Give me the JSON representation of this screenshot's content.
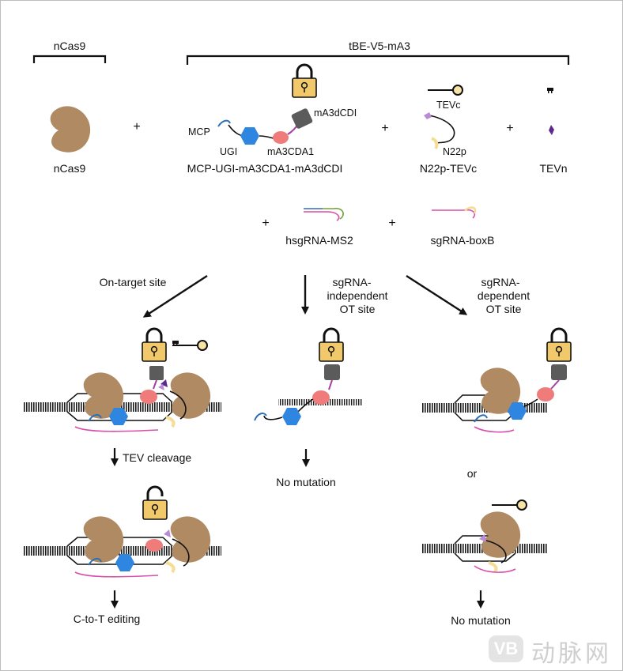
{
  "groups": {
    "ncas9_bracket": "nCas9",
    "tbe_bracket": "tBE-V5-mA3"
  },
  "components": {
    "ncas9": "nCas9",
    "fusion": "MCP-UGI-mA3CDA1-mA3dCDI",
    "n22p_tevc": "N22p-TEVc",
    "tevn": "TEVn",
    "plus": "+"
  },
  "domains": {
    "mcp": "MCP",
    "ugi": "UGI",
    "ma3cda1": "mA3CDA1",
    "ma3dcdi": "mA3dCDI",
    "tevc": "TEVc",
    "n22p": "N22p"
  },
  "guides": {
    "hsgrna": "hsgRNA-MS2",
    "sgrna_boxb": "sgRNA-boxB"
  },
  "branches": {
    "left": "On-target site",
    "mid_l1": "sgRNA-",
    "mid_l2": "independent",
    "mid_l3": "OT site",
    "right_l1": "sgRNA-",
    "right_l2": "dependent",
    "right_l3": "OT site"
  },
  "outcomes": {
    "tev_cleavage": "TEV cleavage",
    "ct_editing": "C-to-T editing",
    "no_mutation_mid": "No mutation",
    "or": "or",
    "no_mutation_right": "No mutation"
  },
  "watermark": {
    "logo": "VB",
    "text": "动脉网"
  },
  "colors": {
    "cas9": "#b08a63",
    "ugi": "#2f86e0",
    "cda1": "#ef7b7b",
    "dcdi": "#5b5b5b",
    "lock": "#f2c96a",
    "tevc": "#b98ad8",
    "tevn": "#5d2a8c",
    "n22p": "#f5dd96",
    "pink_rna": "#d84faa",
    "dna": "#1a1a1a"
  }
}
